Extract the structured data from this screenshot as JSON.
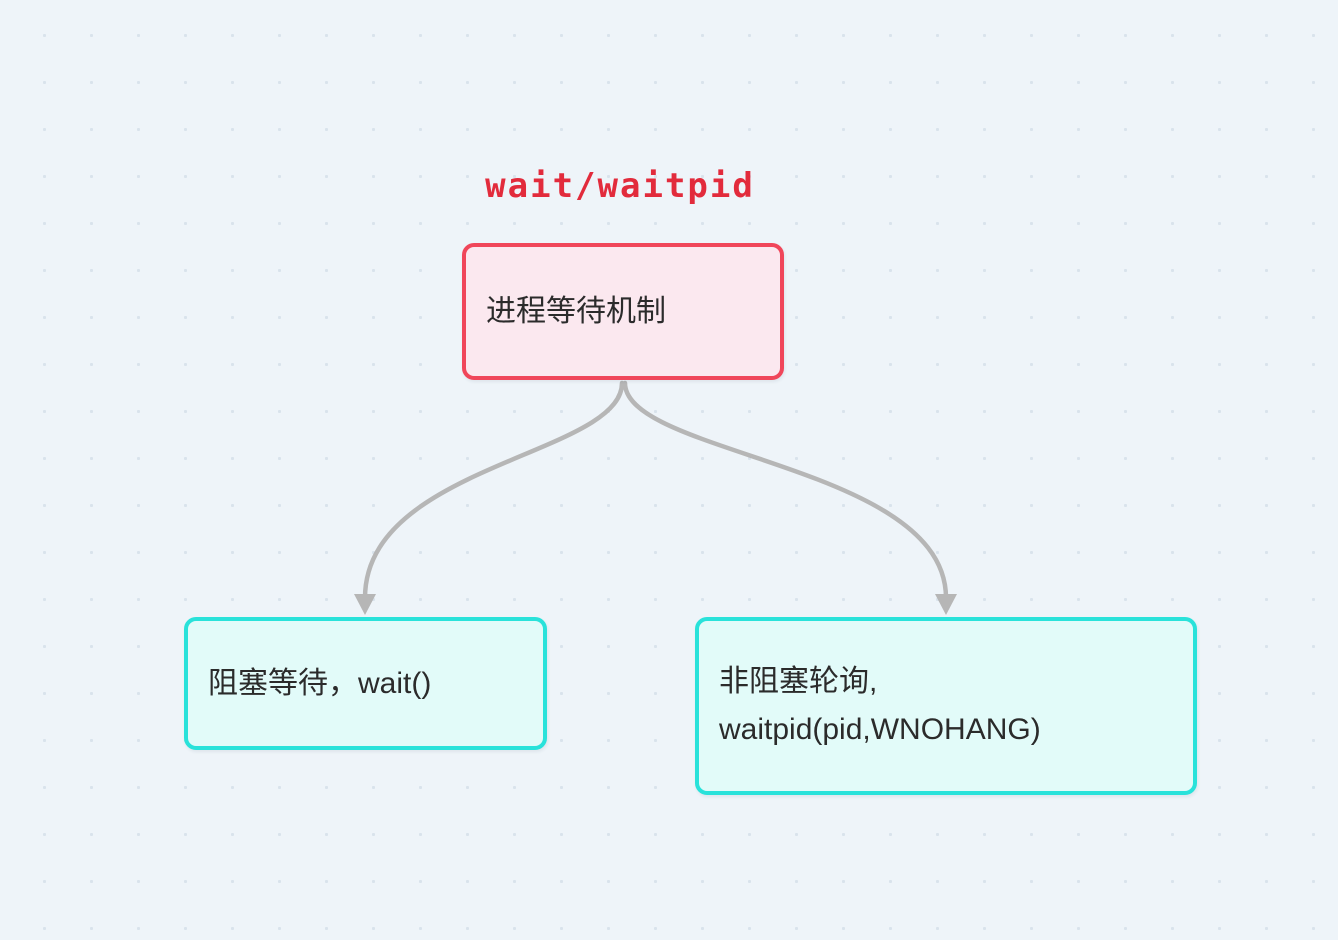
{
  "diagram": {
    "title": "wait/waitpid",
    "root": {
      "label": "进程等待机制"
    },
    "children": [
      {
        "label": "阻塞等待，wait()"
      },
      {
        "label": "非阻塞轮询,\nwaitpid(pid,WNOHANG)"
      }
    ]
  },
  "colors": {
    "bg": "#eef4f9",
    "dot": "#d9e3ec",
    "title_red": "#e22b3c",
    "root_border": "#f0465a",
    "root_fill": "#fbe8ef",
    "child_border": "#29e2da",
    "child_fill": "#e2fbf9",
    "arrow_gray": "#b6b6b6",
    "text": "#2b2b2b"
  }
}
